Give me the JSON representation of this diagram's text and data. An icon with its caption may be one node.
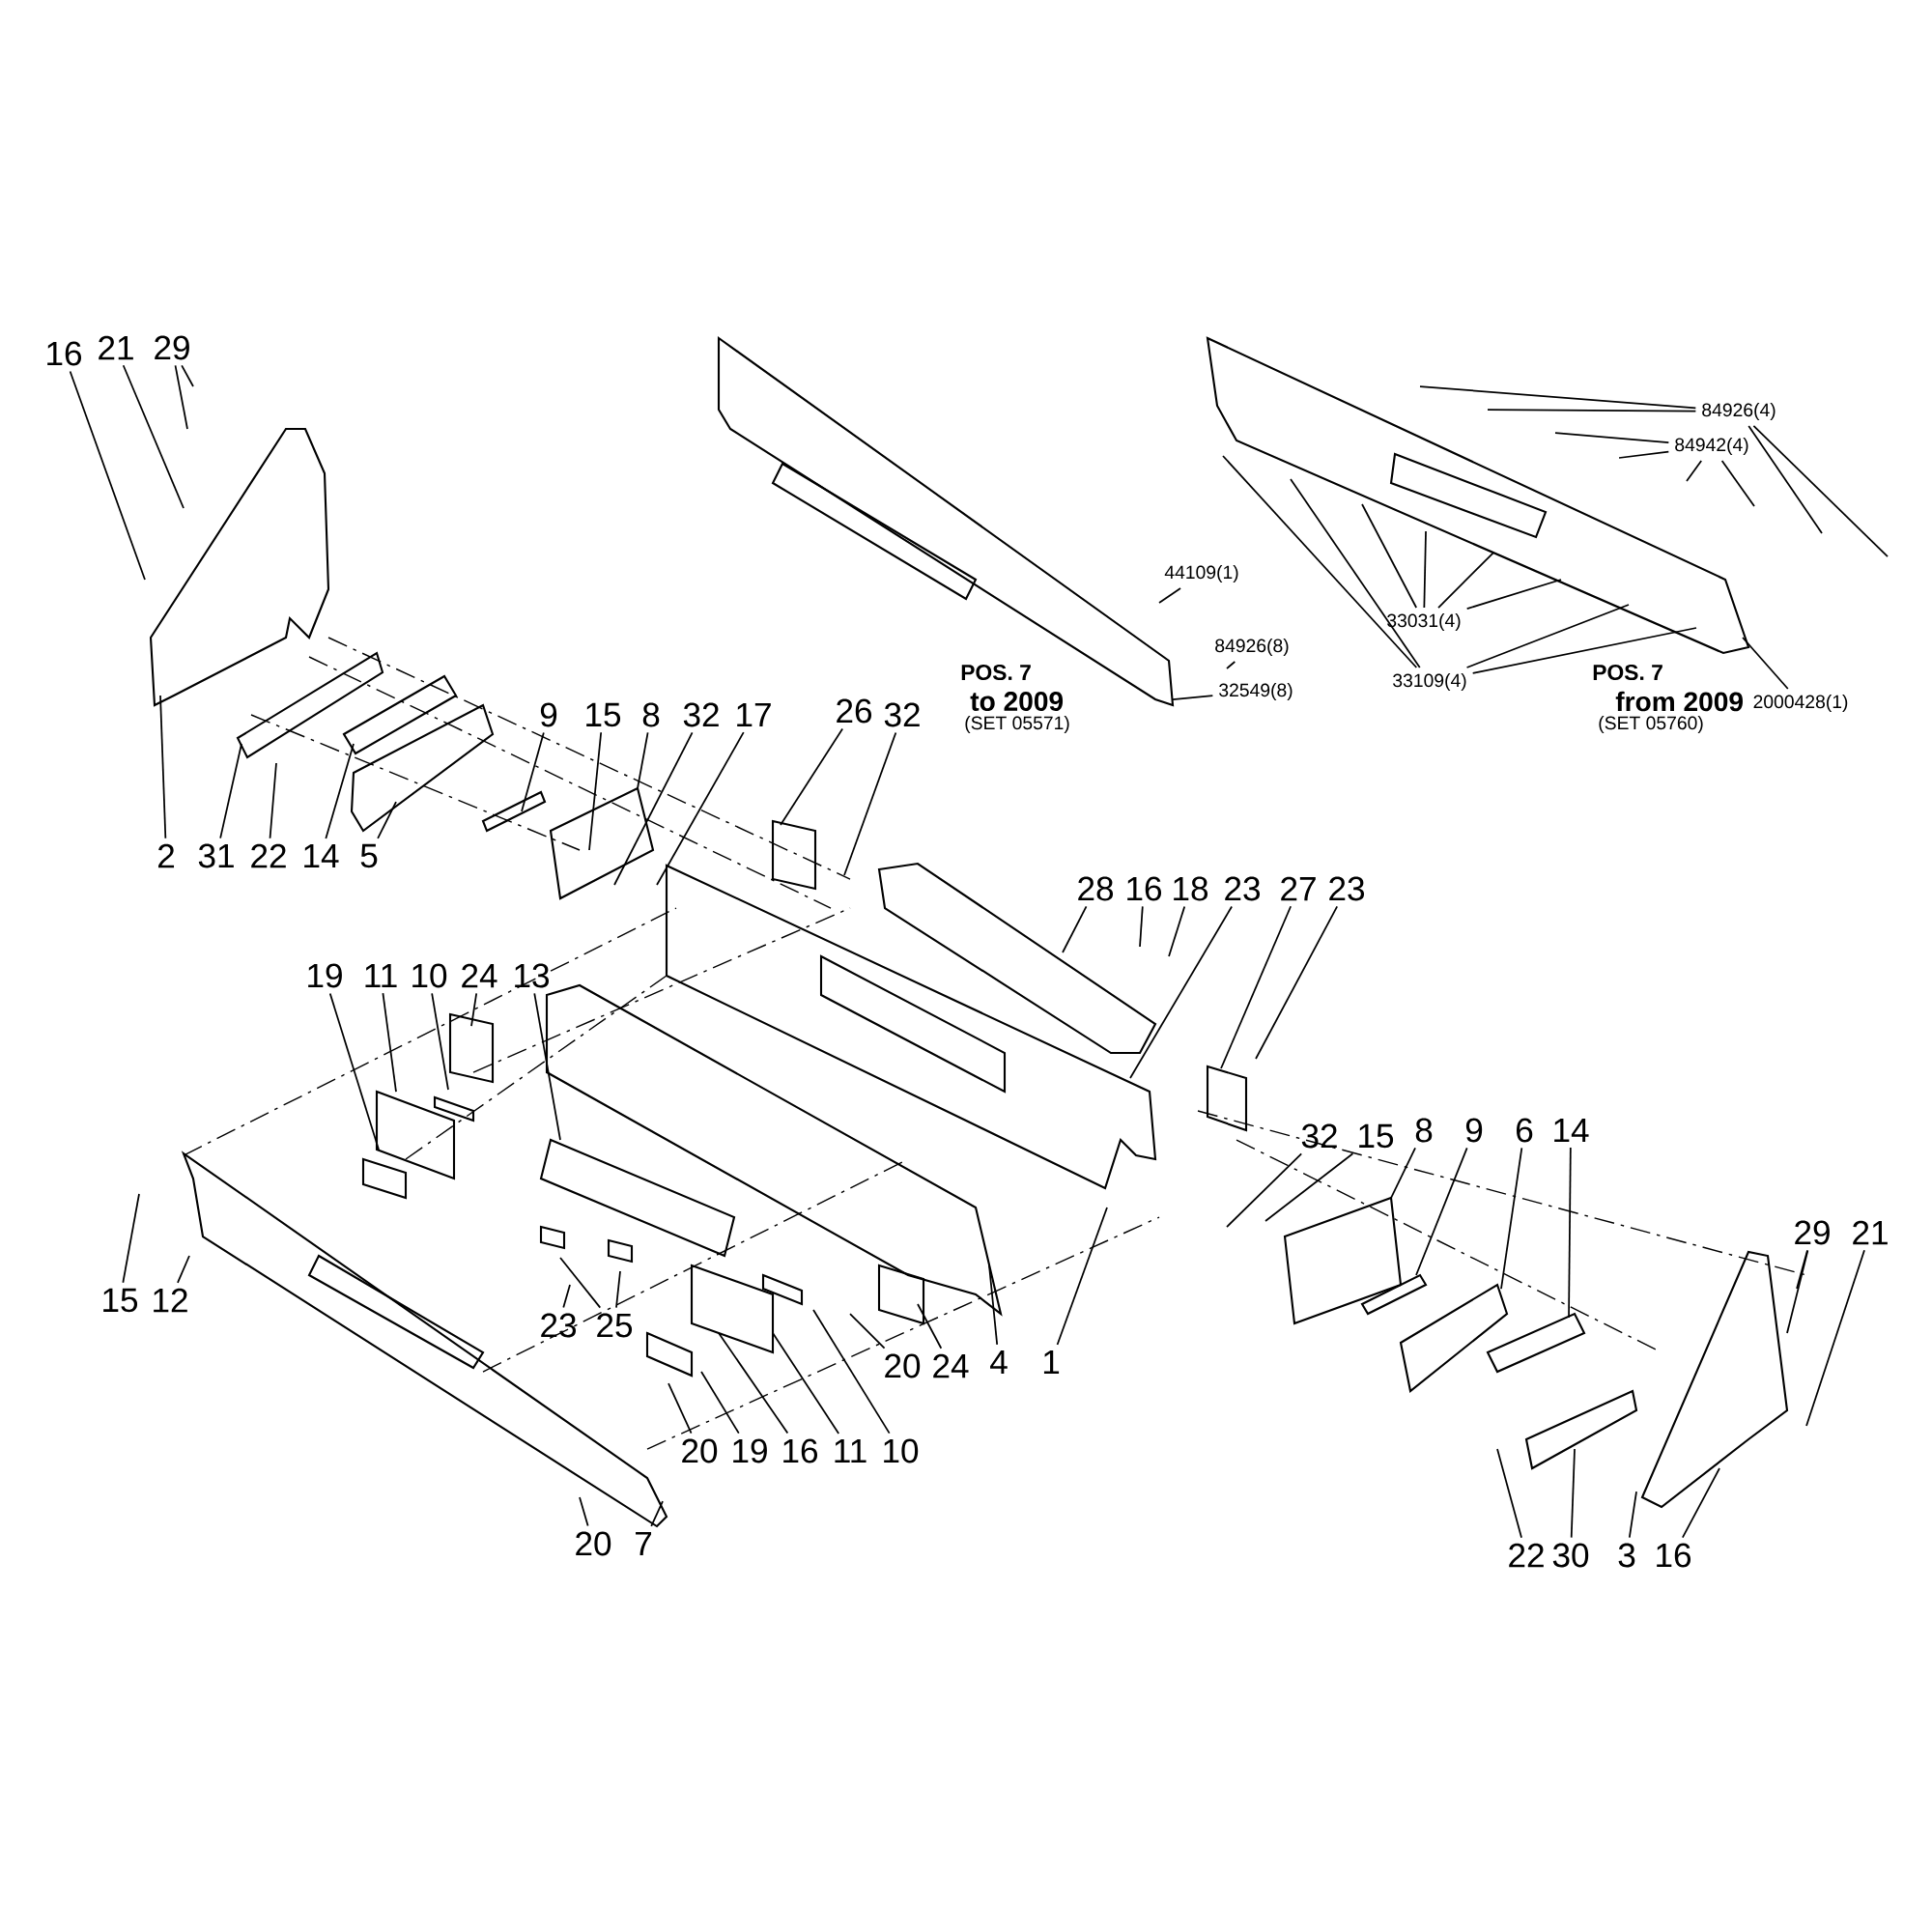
{
  "diagram": {
    "nodes": [
      {
        "text": [
          "16"
        ]
      },
      {
        "text": [
          "21"
        ]
      },
      {
        "text": [
          "29"
        ]
      },
      {
        "text": [
          "2"
        ]
      },
      {
        "text": [
          "31"
        ]
      },
      {
        "text": [
          "22"
        ]
      },
      {
        "text": [
          "14"
        ]
      },
      {
        "text": [
          "5"
        ]
      },
      {
        "text": [
          "9"
        ]
      },
      {
        "text": [
          "15"
        ]
      },
      {
        "text": [
          "8"
        ]
      },
      {
        "text": [
          "32"
        ]
      },
      {
        "text": [
          "17"
        ]
      },
      {
        "text": [
          "26"
        ]
      },
      {
        "text": [
          "32"
        ]
      },
      {
        "text": [
          "44109(1)"
        ]
      },
      {
        "text": [
          "84926(8)"
        ]
      },
      {
        "text": [
          "32549(8)"
        ]
      },
      {
        "text": [
          "84926(4)"
        ]
      },
      {
        "text": [
          "84942(4)"
        ]
      },
      {
        "text": [
          "33031(4)"
        ]
      },
      {
        "text": [
          "33109(4)"
        ]
      },
      {
        "text": [
          "2000428(1)"
        ]
      },
      {
        "text": [
          "28"
        ]
      },
      {
        "text": [
          "16"
        ]
      },
      {
        "text": [
          "18"
        ]
      },
      {
        "text": [
          "23"
        ]
      },
      {
        "text": [
          "27"
        ]
      },
      {
        "text": [
          "23"
        ]
      },
      {
        "text": [
          "19"
        ]
      },
      {
        "text": [
          "11"
        ]
      },
      {
        "text": [
          "10"
        ]
      },
      {
        "text": [
          "24"
        ]
      },
      {
        "text": [
          "13"
        ]
      },
      {
        "text": [
          "32"
        ]
      },
      {
        "text": [
          "15"
        ]
      },
      {
        "text": [
          "8"
        ]
      },
      {
        "text": [
          "9"
        ]
      },
      {
        "text": [
          "6"
        ]
      },
      {
        "text": [
          "14"
        ]
      },
      {
        "text": [
          "15"
        ]
      },
      {
        "text": [
          "12"
        ]
      },
      {
        "text": [
          "23"
        ]
      },
      {
        "text": [
          "25"
        ]
      },
      {
        "text": [
          "20"
        ]
      },
      {
        "text": [
          "24"
        ]
      },
      {
        "text": [
          "4"
        ]
      },
      {
        "text": [
          "1"
        ]
      },
      {
        "text": [
          "20"
        ]
      },
      {
        "text": [
          "19"
        ]
      },
      {
        "text": [
          "16"
        ]
      },
      {
        "text": [
          "11"
        ]
      },
      {
        "text": [
          "10"
        ]
      },
      {
        "text": [
          "20"
        ]
      },
      {
        "text": [
          "7"
        ]
      },
      {
        "text": [
          "29"
        ]
      },
      {
        "text": [
          "21"
        ]
      },
      {
        "text": [
          "22"
        ]
      },
      {
        "text": [
          "30"
        ]
      },
      {
        "text": [
          "3"
        ]
      },
      {
        "text": [
          "16"
        ]
      }
    ],
    "edges": [
      {
        "from": 0,
        "to": null,
        "arrow": "none"
      },
      {
        "from": 1,
        "to": null,
        "arrow": "none"
      },
      {
        "from": 2,
        "to": null,
        "arrow": "none"
      },
      {
        "from": 2,
        "to": null,
        "arrow": "none"
      },
      {
        "from": 3,
        "to": null,
        "arrow": "none"
      },
      {
        "from": 4,
        "to": null,
        "arrow": "none"
      },
      {
        "from": 5,
        "to": null,
        "arrow": "none"
      },
      {
        "from": 6,
        "to": null,
        "arrow": "none"
      },
      {
        "from": 7,
        "to": null,
        "arrow": "none"
      },
      {
        "from": 8,
        "to": null,
        "arrow": "none"
      },
      {
        "from": 9,
        "to": null,
        "arrow": "none"
      },
      {
        "from": 10,
        "to": null,
        "arrow": "none"
      },
      {
        "from": 11,
        "to": null,
        "arrow": "none"
      },
      {
        "from": 12,
        "to": null,
        "arrow": "none"
      },
      {
        "from": 13,
        "to": null,
        "arrow": "none"
      },
      {
        "from": 14,
        "to": null,
        "arrow": "none"
      },
      {
        "from": 15,
        "to": null,
        "arrow": "none"
      },
      {
        "from": 16,
        "to": null,
        "arrow": "none"
      },
      {
        "from": 17,
        "to": null,
        "arrow": "none"
      },
      {
        "from": 18,
        "to": null,
        "arrow": "none"
      },
      {
        "from": 18,
        "to": null,
        "arrow": "none"
      },
      {
        "from": 18,
        "to": null,
        "arrow": "none"
      },
      {
        "from": 18,
        "to": null,
        "arrow": "none"
      },
      {
        "from": 19,
        "to": null,
        "arrow": "none"
      },
      {
        "from": 19,
        "to": null,
        "arrow": "none"
      },
      {
        "from": 19,
        "to": null,
        "arrow": "none"
      },
      {
        "from": 19,
        "to": null,
        "arrow": "none"
      },
      {
        "from": 20,
        "to": null,
        "arrow": "none"
      },
      {
        "from": 20,
        "to": null,
        "arrow": "none"
      },
      {
        "from": 20,
        "to": null,
        "arrow": "none"
      },
      {
        "from": 20,
        "to": null,
        "arrow": "none"
      },
      {
        "from": 21,
        "to": null,
        "arrow": "none"
      },
      {
        "from": 21,
        "to": null,
        "arrow": "none"
      },
      {
        "from": 21,
        "to": null,
        "arrow": "none"
      },
      {
        "from": 21,
        "to": null,
        "arrow": "none"
      },
      {
        "from": 22,
        "to": null,
        "arrow": "none"
      },
      {
        "from": 23,
        "to": null,
        "arrow": "none"
      },
      {
        "from": 24,
        "to": null,
        "arrow": "none"
      },
      {
        "from": 25,
        "to": null,
        "arrow": "none"
      },
      {
        "from": 26,
        "to": null,
        "arrow": "none"
      },
      {
        "from": 27,
        "to": null,
        "arrow": "none"
      },
      {
        "from": 28,
        "to": null,
        "arrow": "none"
      },
      {
        "from": 29,
        "to": null,
        "arrow": "none"
      },
      {
        "from": 30,
        "to": null,
        "arrow": "none"
      },
      {
        "from": 31,
        "to": null,
        "arrow": "none"
      },
      {
        "from": 32,
        "to": null,
        "arrow": "none"
      },
      {
        "from": 33,
        "to": null,
        "arrow": "none"
      },
      {
        "from": 34,
        "to": null,
        "arrow": "none"
      },
      {
        "from": 35,
        "to": null,
        "arrow": "none"
      },
      {
        "from": 36,
        "to": null,
        "arrow": "none"
      },
      {
        "from": 37,
        "to": null,
        "arrow": "none"
      },
      {
        "from": 38,
        "to": null,
        "arrow": "none"
      },
      {
        "from": 39,
        "to": null,
        "arrow": "none"
      },
      {
        "from": 40,
        "to": null,
        "arrow": "none"
      },
      {
        "from": 41,
        "to": null,
        "arrow": "none"
      },
      {
        "from": 42,
        "to": null,
        "arrow": "none"
      },
      {
        "from": 43,
        "to": null,
        "arrow": "none"
      },
      {
        "from": 43,
        "to": null,
        "arrow": "none"
      },
      {
        "from": 44,
        "to": null,
        "arrow": "none"
      },
      {
        "from": 45,
        "to": null,
        "arrow": "none"
      },
      {
        "from": 46,
        "to": null,
        "arrow": "none"
      },
      {
        "from": 47,
        "to": null,
        "arrow": "none"
      },
      {
        "from": 48,
        "to": null,
        "arrow": "none"
      },
      {
        "from": 49,
        "to": null,
        "arrow": "none"
      },
      {
        "from": 50,
        "to": null,
        "arrow": "none"
      },
      {
        "from": 51,
        "to": null,
        "arrow": "none"
      },
      {
        "from": 52,
        "to": null,
        "arrow": "none"
      },
      {
        "from": 53,
        "to": null,
        "arrow": "none"
      },
      {
        "from": 54,
        "to": null,
        "arrow": "none"
      },
      {
        "from": 55,
        "to": null,
        "arrow": "none"
      },
      {
        "from": 55,
        "to": null,
        "arrow": "none"
      },
      {
        "from": 56,
        "to": null,
        "arrow": "none"
      },
      {
        "from": 57,
        "to": null,
        "arrow": "none"
      },
      {
        "from": 58,
        "to": null,
        "arrow": "none"
      },
      {
        "from": 59,
        "to": null,
        "arrow": "none"
      },
      {
        "from": 60,
        "to": null,
        "arrow": "none"
      }
    ],
    "labels": [
      "POS. 7",
      "to 2009",
      "(SET 05571)",
      "POS. 7",
      "from 2009",
      "(SET 05760)"
    ]
  }
}
